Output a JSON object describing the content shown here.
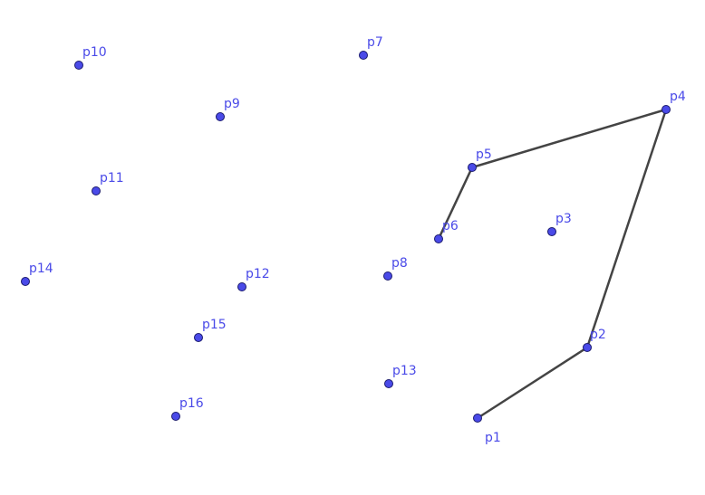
{
  "colors": {
    "point_fill": "#4a4ae8",
    "point_stroke": "#1a1a6e",
    "label": "#4a4ae8",
    "segment": "#444444",
    "background": "#ffffff"
  },
  "points": [
    {
      "label": "p1"
    },
    {
      "label": "p2"
    },
    {
      "label": "p3"
    },
    {
      "label": "p4"
    },
    {
      "label": "p5"
    },
    {
      "label": "p6"
    },
    {
      "label": "p7"
    },
    {
      "label": "p8"
    },
    {
      "label": "p9"
    },
    {
      "label": "p10"
    },
    {
      "label": "p11"
    },
    {
      "label": "p12"
    },
    {
      "label": "p13"
    },
    {
      "label": "p14"
    },
    {
      "label": "p15"
    },
    {
      "label": "p16"
    }
  ],
  "path": [
    "p1",
    "p2",
    "p4",
    "p5",
    "p6"
  ]
}
